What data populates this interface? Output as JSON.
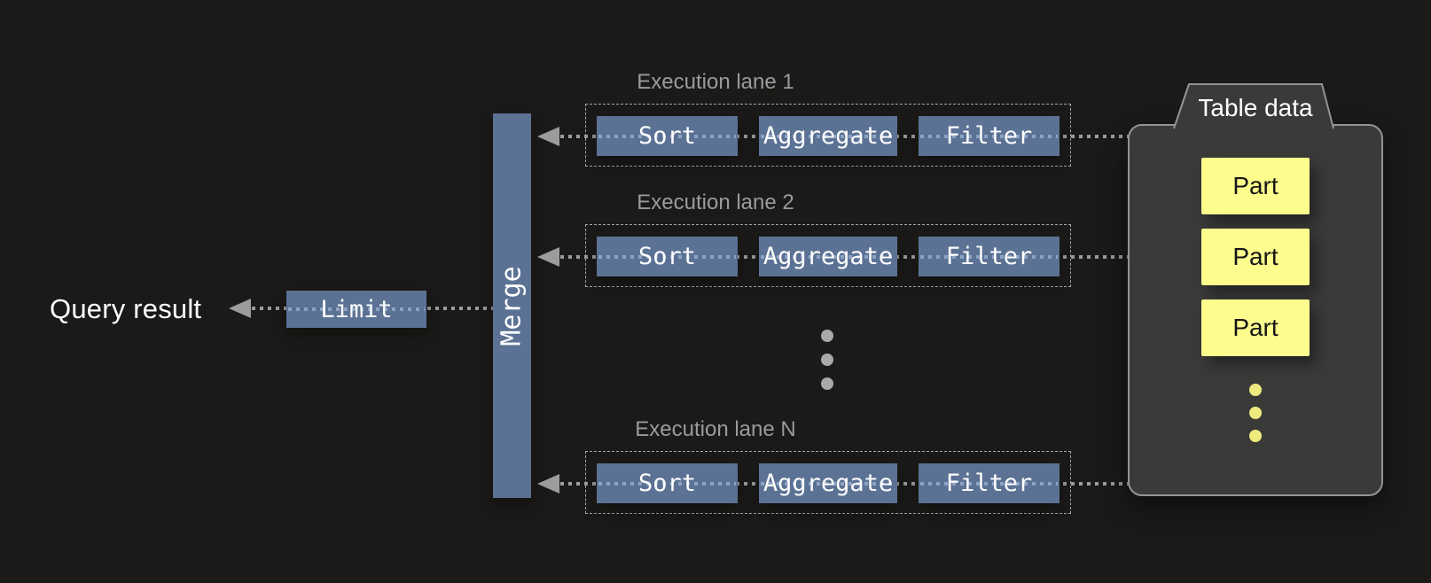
{
  "query_result_label": "Query result",
  "limit_label": "Limit",
  "merge_label": "Merge",
  "lanes": [
    {
      "label": "Execution lane 1",
      "operators": [
        "Sort",
        "Aggregate",
        "Filter"
      ]
    },
    {
      "label": "Execution lane 2",
      "operators": [
        "Sort",
        "Aggregate",
        "Filter"
      ]
    },
    {
      "label": "Execution lane N",
      "operators": [
        "Sort",
        "Aggregate",
        "Filter"
      ]
    }
  ],
  "table_data": {
    "label": "Table data",
    "parts": [
      "Part",
      "Part",
      "Part"
    ]
  },
  "colors": {
    "background": "#1b1a18",
    "operator_blue": "#5b7294",
    "dotted_line_gray": "#9c9c9c",
    "dotted_line_light_blue": "#8ea3c3",
    "lane_label_gray": "#9b9b9b",
    "table_container_fill": "#3a3a38",
    "table_container_border": "#949494",
    "part_yellow": "#fdfd8e",
    "yellow_dot": "#edeb7e",
    "text_white": "#ffffff"
  }
}
